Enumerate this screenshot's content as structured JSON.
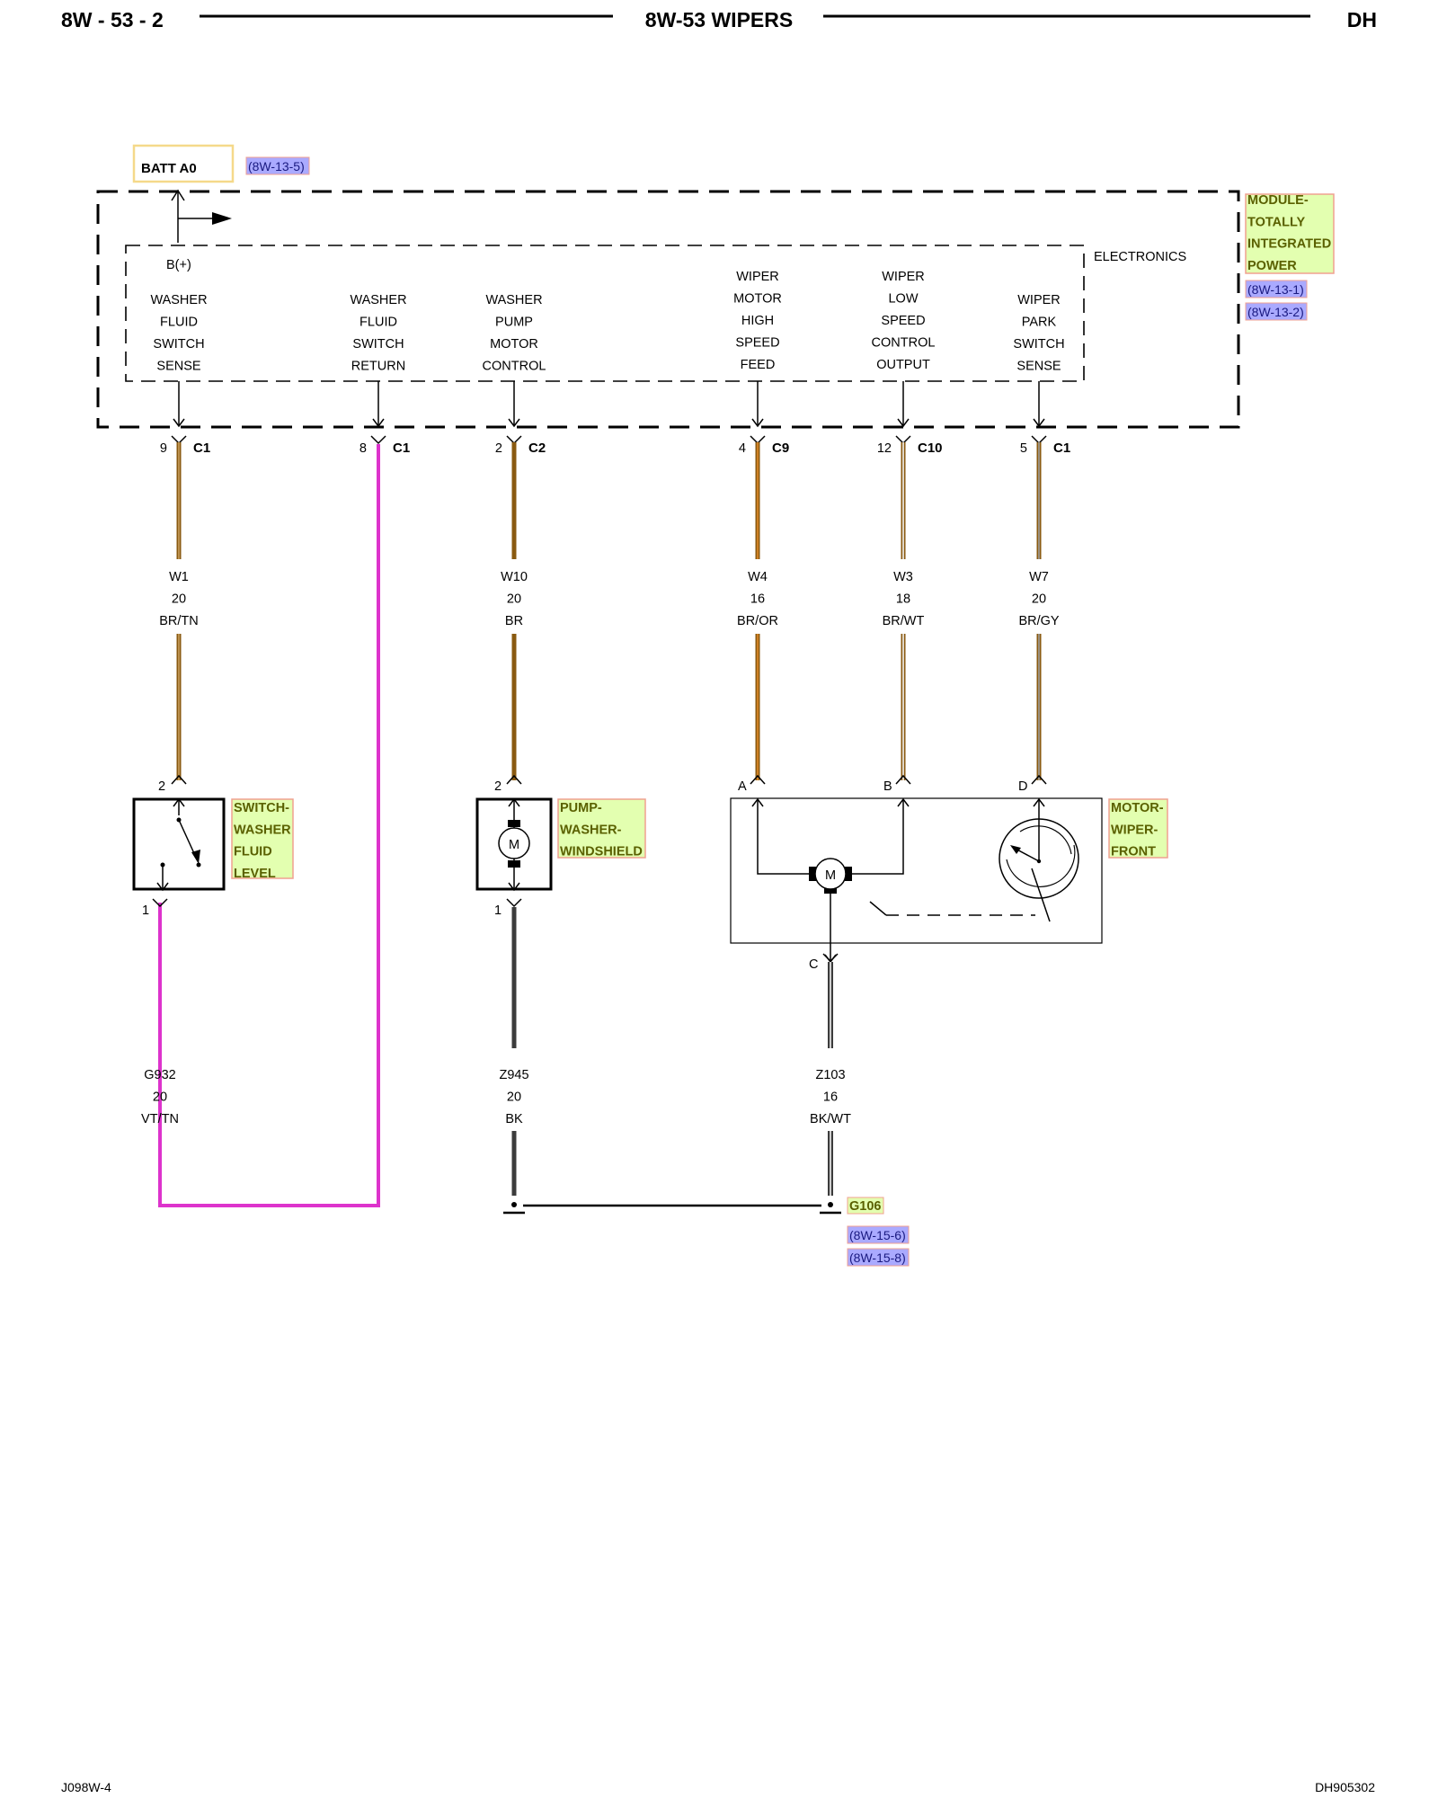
{
  "header": {
    "left": "8W - 53 - 2",
    "title": "8W-53 WIPERS",
    "right": "DH"
  },
  "footer": {
    "left": "J098W-4",
    "right": "DH905302"
  },
  "colors": {
    "brown": "#8a5a10",
    "tan": "#c8a060",
    "orange": "#e0892a",
    "white": "#f4f4f4",
    "gray": "#a0a0a0",
    "violet": "#dd33cc",
    "black": "#3c3c3c",
    "tag_fill": "#e3ffb0",
    "tag_border": "#f0a090",
    "xref_fill": "#aaaaff",
    "batt_border": "#f5d98a"
  },
  "batt": {
    "label": "BATT A0",
    "xref": "(8W-13-5)"
  },
  "module": {
    "tag": [
      "MODULE-",
      "TOTALLY",
      "INTEGRATED",
      "POWER"
    ],
    "xrefs": [
      "(8W-13-1)",
      "(8W-13-2)"
    ],
    "electronics": "ELECTRONICS",
    "bplus": "B(+)",
    "functions": [
      [
        "WASHER",
        "FLUID",
        "SWITCH",
        "SENSE"
      ],
      [
        "WASHER",
        "FLUID",
        "SWITCH",
        "RETURN"
      ],
      [
        "WASHER",
        "PUMP",
        "MOTOR",
        "CONTROL"
      ],
      [
        "WIPER",
        "MOTOR",
        "HIGH",
        "SPEED",
        "FEED"
      ],
      [
        "WIPER",
        "LOW",
        "SPEED",
        "CONTROL",
        "OUTPUT"
      ],
      [
        "WIPER",
        "PARK",
        "SWITCH",
        "SENSE"
      ]
    ],
    "pins": [
      {
        "num": "9",
        "conn": "C1"
      },
      {
        "num": "8",
        "conn": "C1"
      },
      {
        "num": "2",
        "conn": "C2"
      },
      {
        "num": "4",
        "conn": "C9"
      },
      {
        "num": "12",
        "conn": "C10"
      },
      {
        "num": "5",
        "conn": "C1"
      }
    ]
  },
  "wires_top": [
    {
      "circuit": "W1",
      "gauge": "20",
      "color": "BR/TN"
    },
    {
      "circuit": "W10",
      "gauge": "20",
      "color": "BR"
    },
    {
      "circuit": "W4",
      "gauge": "16",
      "color": "BR/OR"
    },
    {
      "circuit": "W3",
      "gauge": "18",
      "color": "BR/WT"
    },
    {
      "circuit": "W7",
      "gauge": "20",
      "color": "BR/GY"
    }
  ],
  "wires_bottom": [
    {
      "circuit": "G932",
      "gauge": "20",
      "color": "VT/TN"
    },
    {
      "circuit": "Z945",
      "gauge": "20",
      "color": "BK"
    },
    {
      "circuit": "Z103",
      "gauge": "16",
      "color": "BK/WT"
    }
  ],
  "switch": {
    "tag": [
      "SWITCH-",
      "WASHER",
      "FLUID",
      "LEVEL"
    ],
    "pin_top": "2",
    "pin_bottom": "1"
  },
  "pump": {
    "tag": [
      "PUMP-",
      "WASHER-",
      "WINDSHIELD"
    ],
    "pin_top": "2",
    "pin_bottom": "1",
    "motor": "M"
  },
  "wiper_motor": {
    "tag": [
      "MOTOR-",
      "WIPER-",
      "FRONT"
    ],
    "pins": [
      "A",
      "B",
      "D",
      "C"
    ],
    "motor": "M"
  },
  "ground": {
    "label": "G106",
    "xrefs": [
      "(8W-15-6)",
      "(8W-15-8)"
    ]
  }
}
